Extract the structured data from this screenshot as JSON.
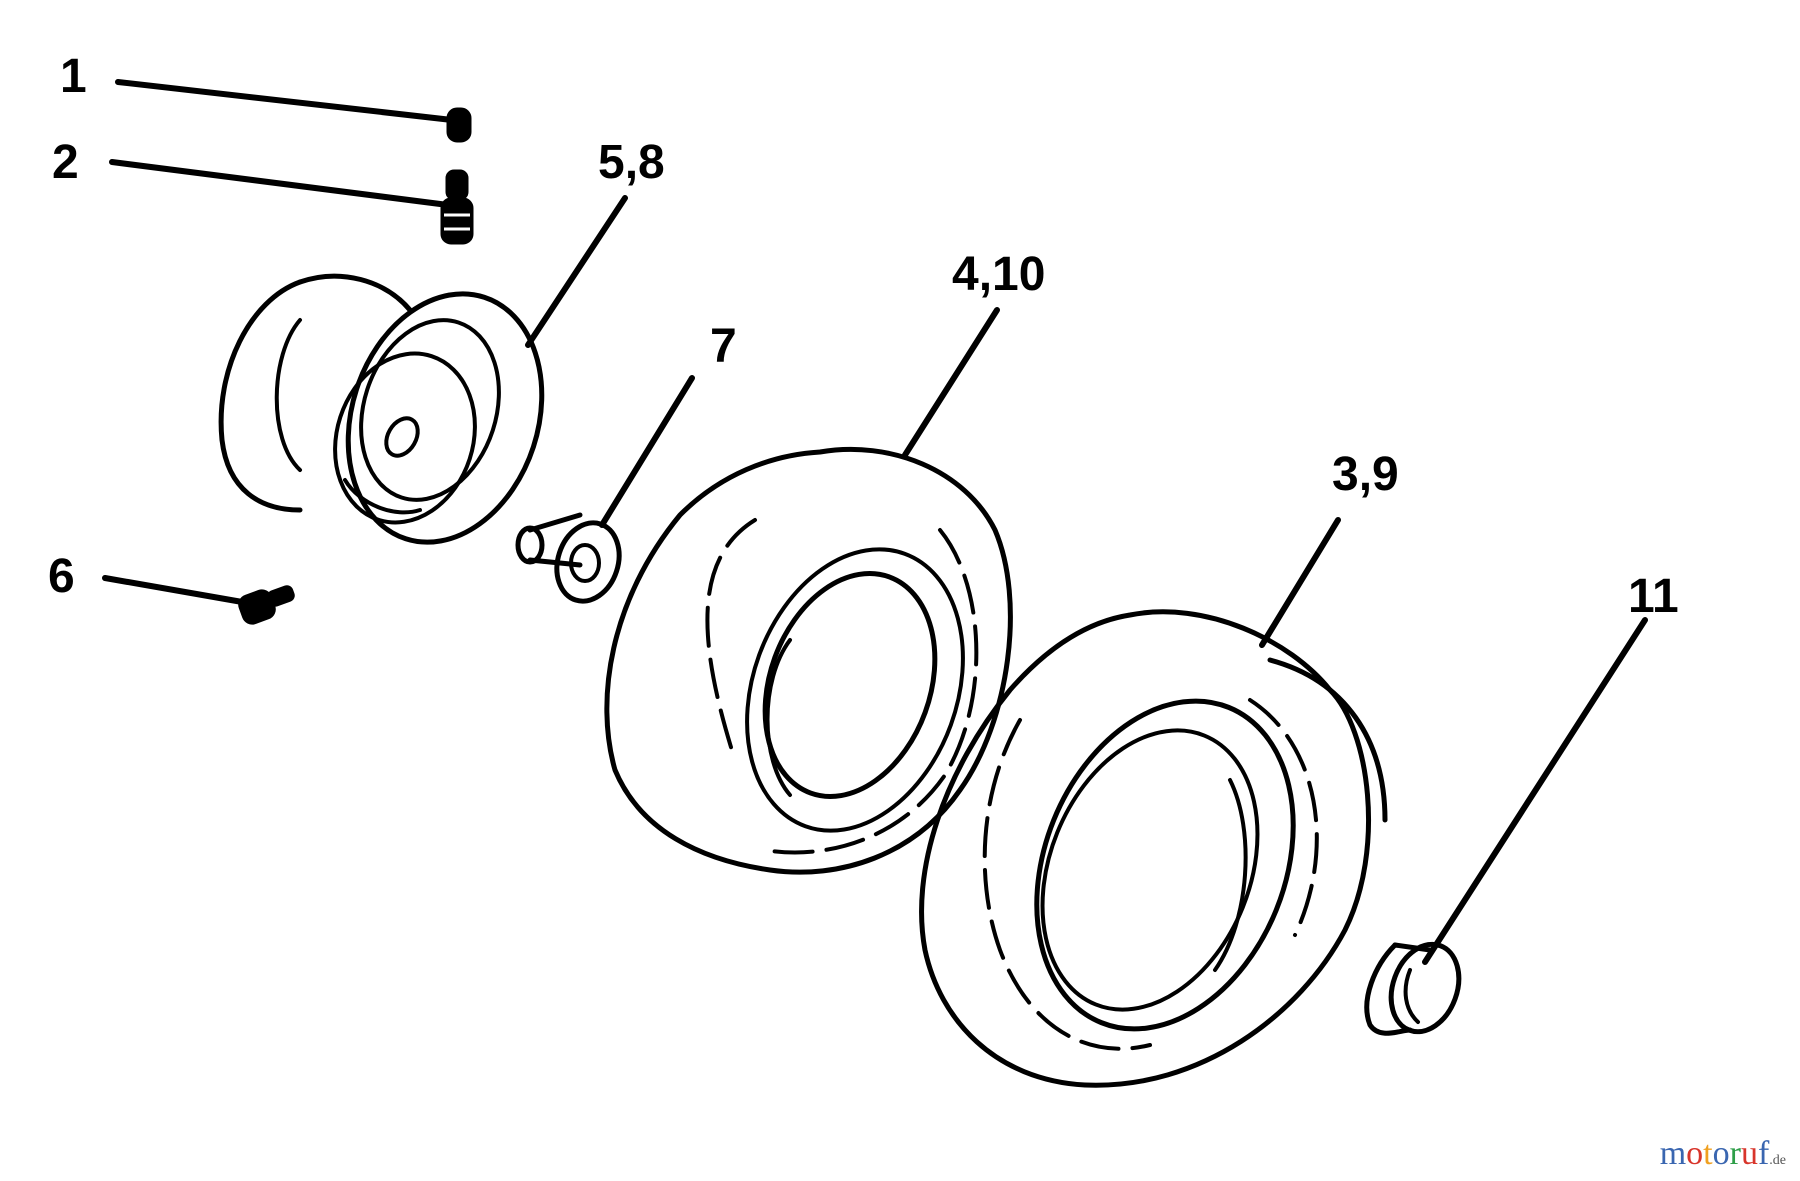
{
  "callouts": [
    {
      "id": "1",
      "label": "1"
    },
    {
      "id": "2",
      "label": "2"
    },
    {
      "id": "3",
      "label": "5,8"
    },
    {
      "id": "4",
      "label": "4,10"
    },
    {
      "id": "5",
      "label": "7"
    },
    {
      "id": "6",
      "label": "3,9"
    },
    {
      "id": "7",
      "label": "6"
    },
    {
      "id": "8",
      "label": "11"
    }
  ],
  "watermark": {
    "letters": [
      "m",
      "o",
      "t",
      "o",
      "r",
      "u",
      "f"
    ],
    "colors": [
      "#3a66b0",
      "#d8352b",
      "#f0a020",
      "#3a66b0",
      "#2e9e48",
      "#d8352b",
      "#3a66b0"
    ],
    "suffix": ".de"
  }
}
